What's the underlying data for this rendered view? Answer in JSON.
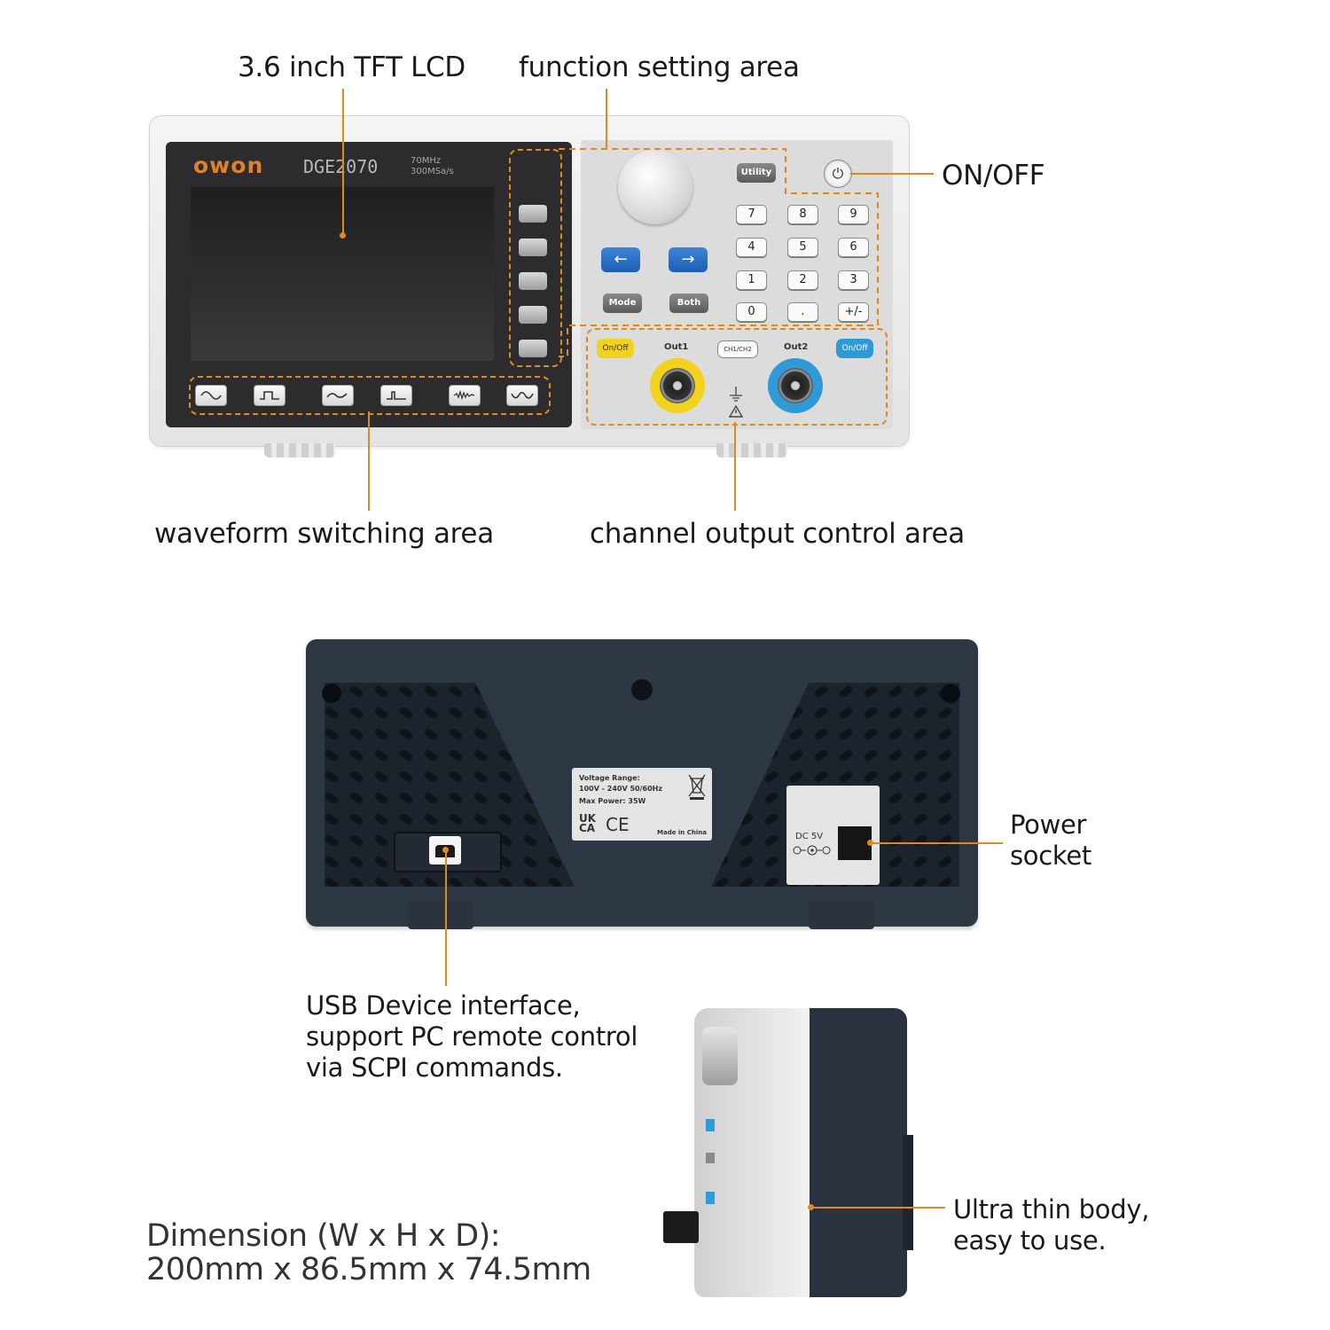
{
  "callouts": {
    "lcd": "3.6 inch TFT LCD",
    "function_area": "function setting area",
    "on_off": "ON/OFF",
    "waveform_area": "waveform switching area",
    "channel_area": "channel output control area",
    "power_socket_line1": "Power",
    "power_socket_line2": "socket",
    "usb_line1": "USB Device interface,",
    "usb_line2": "support PC remote control",
    "usb_line3": "via SCPI commands.",
    "thin_line1": "Ultra thin body,",
    "thin_line2": "easy to use."
  },
  "dimension": {
    "line1": "Dimension (W x H x D):",
    "line2": "200mm x 86.5mm x 74.5mm"
  },
  "front_panel": {
    "brand": "owon",
    "model": "DGE2070",
    "spec_line1": "70MHz",
    "spec_line2": "300MSa/s",
    "utility_key": "Utility",
    "mode_key": "Mode",
    "both_key": "Both",
    "keypad": [
      "7",
      "8",
      "9",
      "4",
      "5",
      "6",
      "1",
      "2",
      "3",
      "0",
      ".",
      "+/-"
    ],
    "ch1_onoff": "On/Off",
    "ch2_onoff": "On/Off",
    "out1": "Out1",
    "out2": "Out2",
    "ch_switch": "CH1/CH2"
  },
  "rear_panel": {
    "voltage_range_title": "Voltage Range:",
    "voltage_range_value": "100V - 240V   50/60Hz",
    "max_power": "Max Power: 35W",
    "cert_ukca": "UK CA",
    "cert_ce": "CE",
    "made_in": "Made in China",
    "dc_label": "DC 5V"
  },
  "colors": {
    "accent_orange": "#e08a1e",
    "rear_body": "#2e3845",
    "ch1_yellow": "#f2d21c",
    "ch2_blue": "#2e9ad8"
  }
}
